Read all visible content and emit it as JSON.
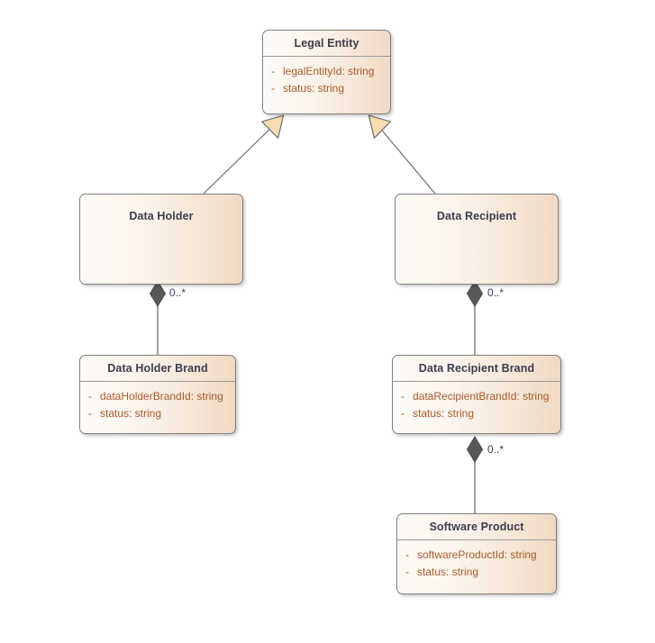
{
  "diagram": {
    "type": "uml-class-diagram",
    "background_color": "#ffffff",
    "classes": [
      {
        "id": "legal-entity",
        "name": "Legal Entity",
        "has_attribute_compartment": true,
        "attributes": [
          {
            "visibility": "-",
            "signature": "legalEntityId: string"
          },
          {
            "visibility": "-",
            "signature": "status: string"
          }
        ]
      },
      {
        "id": "data-holder",
        "name": "Data Holder",
        "has_attribute_compartment": false,
        "attributes": []
      },
      {
        "id": "data-recipient",
        "name": "Data Recipient",
        "has_attribute_compartment": false,
        "attributes": []
      },
      {
        "id": "data-holder-brand",
        "name": "Data Holder Brand",
        "has_attribute_compartment": true,
        "attributes": [
          {
            "visibility": "-",
            "signature": "dataHolderBrandId: string"
          },
          {
            "visibility": "-",
            "signature": "status: string"
          }
        ]
      },
      {
        "id": "data-recipient-brand",
        "name": "Data Recipient Brand",
        "has_attribute_compartment": true,
        "attributes": [
          {
            "visibility": "-",
            "signature": "dataRecipientBrandId: string"
          },
          {
            "visibility": "-",
            "signature": "status: string"
          }
        ]
      },
      {
        "id": "software-product",
        "name": "Software Product",
        "has_attribute_compartment": true,
        "attributes": [
          {
            "visibility": "-",
            "signature": "softwareProductId: string"
          },
          {
            "visibility": "-",
            "signature": "status: string"
          }
        ]
      }
    ],
    "relationships": [
      {
        "id": "gen-data-holder",
        "kind": "generalization",
        "from": "Data Holder",
        "to": "Legal Entity",
        "multiplicity": ""
      },
      {
        "id": "gen-data-recipient",
        "kind": "generalization",
        "from": "Data Recipient",
        "to": "Legal Entity",
        "multiplicity": ""
      },
      {
        "id": "comp-holder-brand",
        "kind": "composition",
        "from": "Data Holder",
        "to": "Data Holder Brand",
        "multiplicity": "0..*"
      },
      {
        "id": "comp-recipient-brand",
        "kind": "composition",
        "from": "Data Recipient",
        "to": "Data Recipient Brand",
        "multiplicity": "0..*"
      },
      {
        "id": "comp-software-product",
        "kind": "composition",
        "from": "Data Recipient Brand",
        "to": "Software Product",
        "multiplicity": "0..*"
      }
    ],
    "colors": {
      "box_fill_light": "#fdfbf7",
      "box_fill_dark": "#efd9c3",
      "box_border": "#808080",
      "title_text": "#3c3c4e",
      "attribute_text": "#a85a2b",
      "connector_line": "#6e6e6e",
      "arrowhead_fill": "#f7dbb3",
      "diamond_fill": "#585858",
      "multiplicity_text": "#3c3c5e"
    }
  }
}
